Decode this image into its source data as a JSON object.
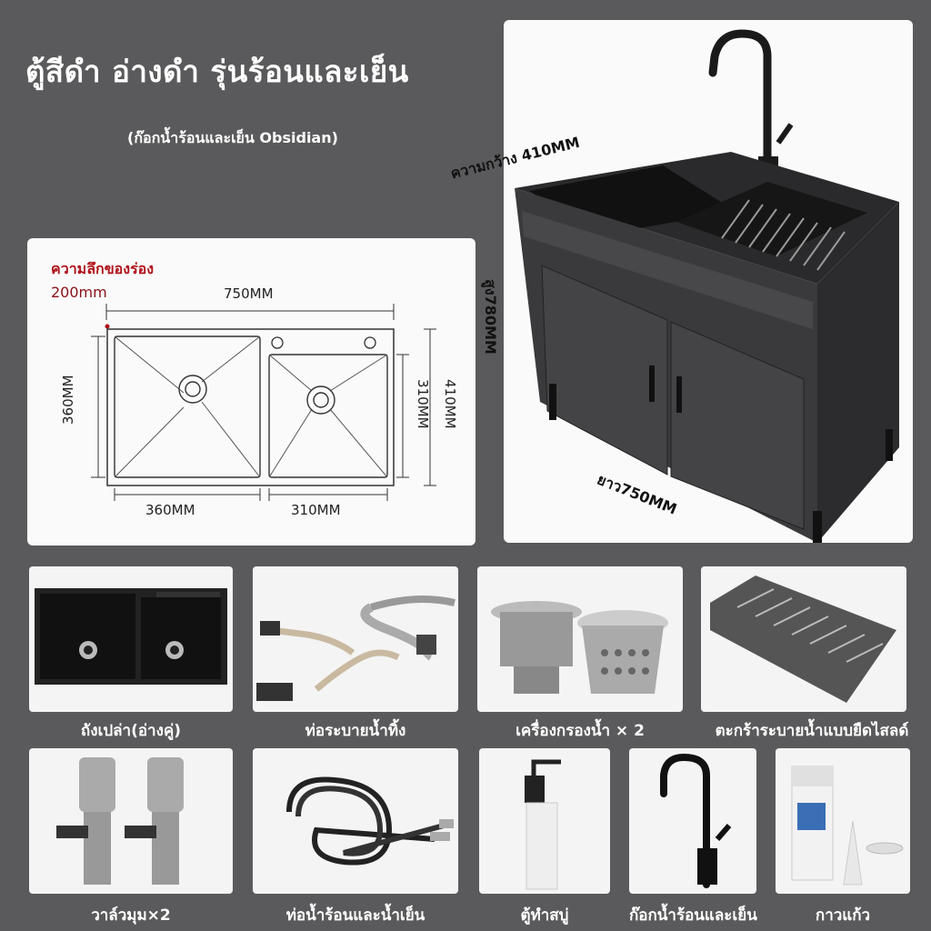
{
  "heading": {
    "title": "ตู้สีดำ อ่างดำ รุ่นร้อนและเย็น",
    "subtitle": "(ก๊อกน้ำร้อนและเย็น Obsidian)"
  },
  "dimension_diagram": {
    "depth_label": "ความลึกของร่อง",
    "depth_value": "200mm",
    "total_width": "750MM",
    "left_height": "360MM",
    "right_bowl_height": "310MM",
    "total_height": "410MM",
    "left_bowl_width": "360MM",
    "right_bowl_width": "310MM"
  },
  "cabinet_photo": {
    "width_label": "ความกว้าง 410MM",
    "height_label": "สูง780MM",
    "length_label": "ยาว750MM"
  },
  "accessories": [
    {
      "label": "ถังเปล่า(อ่างคู่)",
      "icon": "double-sink-icon"
    },
    {
      "label": "ท่อระบายน้ำทิ้ง",
      "icon": "drain-pipe-icon"
    },
    {
      "label": "เครื่องกรองน้ำ × 2",
      "icon": "strainer-icon"
    },
    {
      "label": "ตะกร้าระบายน้ำแบบยืดไสลด์",
      "icon": "drain-basket-icon"
    },
    {
      "label": "วาล์วมุม×2",
      "icon": "angle-valve-icon"
    },
    {
      "label": "ท่อน้ำร้อนและน้ำเย็น",
      "icon": "water-hose-icon"
    },
    {
      "label": "ตู้ทำสบู่",
      "icon": "soap-dispenser-icon"
    },
    {
      "label": "ก๊อกน้ำร้อนและเย็น",
      "icon": "faucet-icon"
    },
    {
      "label": "กาวแก้ว",
      "icon": "glue-tube-icon"
    }
  ]
}
